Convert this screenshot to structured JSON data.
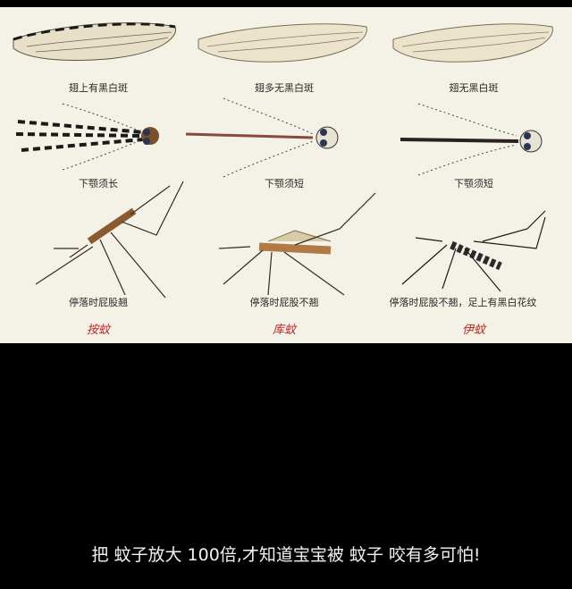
{
  "columns": [
    {
      "wing_label": "翅上有黑白斑",
      "palp_label": "下颚须长",
      "rest_label": "停落时屁股翘",
      "species": "按蚊"
    },
    {
      "wing_label": "翅多无黑白斑",
      "palp_label": "下颚须短",
      "rest_label": "停落时屁股不翘",
      "species": "库蚊"
    },
    {
      "wing_label": "翅无黑白斑",
      "palp_label": "下颚须短",
      "rest_label": "停落时屁股不翘，足上有黑白花纹",
      "species": "伊蚊"
    }
  ],
  "caption": "把 蚊子放大 100倍,才知道宝宝被 蚊子 咬有多可怕!",
  "colors": {
    "panel_bg": "#f4f1e7",
    "species_red": "#c0241f",
    "wing_vein": "#8a7f62",
    "body_brown": "#a56a3a"
  }
}
